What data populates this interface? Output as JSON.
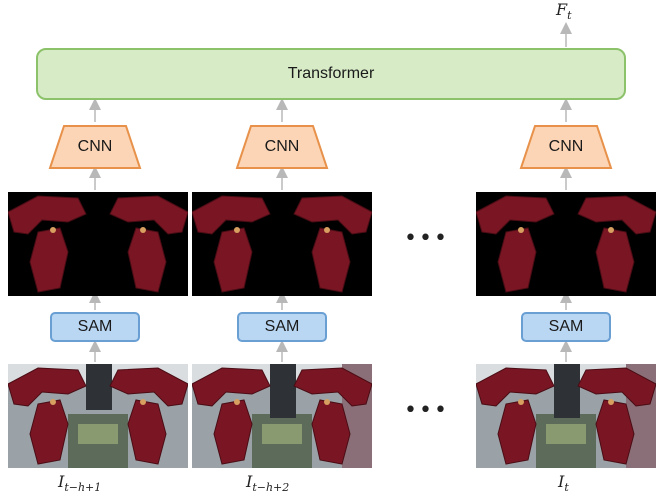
{
  "output_label": {
    "base": "F",
    "sub": "t"
  },
  "transformer_label": "Transformer",
  "cnn_label": "CNN",
  "sam_label": "SAM",
  "ellipsis": "•••",
  "frames": [
    {
      "base": "I",
      "sub": "t−h+1"
    },
    {
      "base": "I",
      "sub": "t−h+2"
    },
    {
      "base": "I",
      "sub": "t"
    }
  ],
  "colors": {
    "transformer_fill": "#d6ebc6",
    "transformer_border": "#8cc26a",
    "cnn_fill": "#fbd5b5",
    "cnn_border": "#e8914a",
    "sam_fill": "#b9d6f2",
    "sam_border": "#6a9fd4",
    "arrow": "#b8b8b8",
    "robot_red": "#7a1624"
  }
}
